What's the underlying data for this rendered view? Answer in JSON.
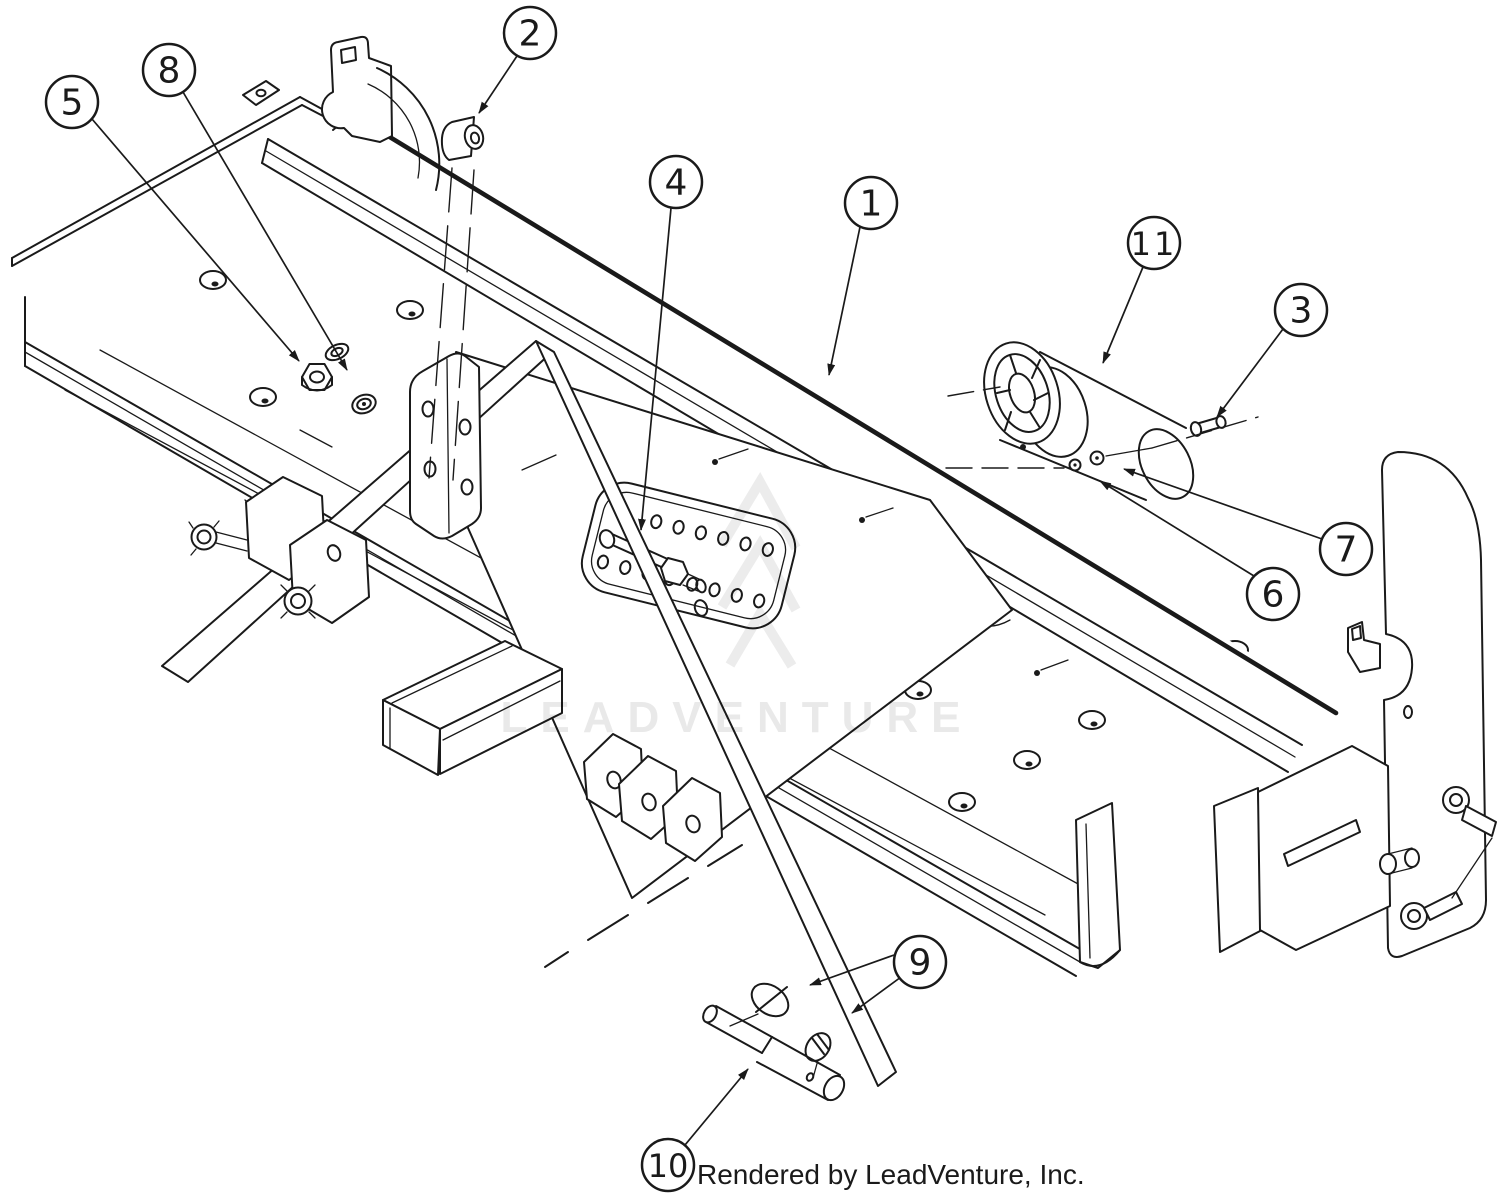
{
  "diagram": {
    "footer_text": "Rendered by LeadVenture, Inc.",
    "watermark_text": "LEADVENTURE",
    "ink_color": "#1a1a1a",
    "watermark_color": "#e9e9e9",
    "background_color": "#ffffff",
    "callouts": [
      {
        "label": "1"
      },
      {
        "label": "2"
      },
      {
        "label": "3"
      },
      {
        "label": "4"
      },
      {
        "label": "5"
      },
      {
        "label": "6"
      },
      {
        "label": "7"
      },
      {
        "label": "8"
      },
      {
        "label": "9"
      },
      {
        "label": "10"
      },
      {
        "label": "11"
      }
    ]
  }
}
